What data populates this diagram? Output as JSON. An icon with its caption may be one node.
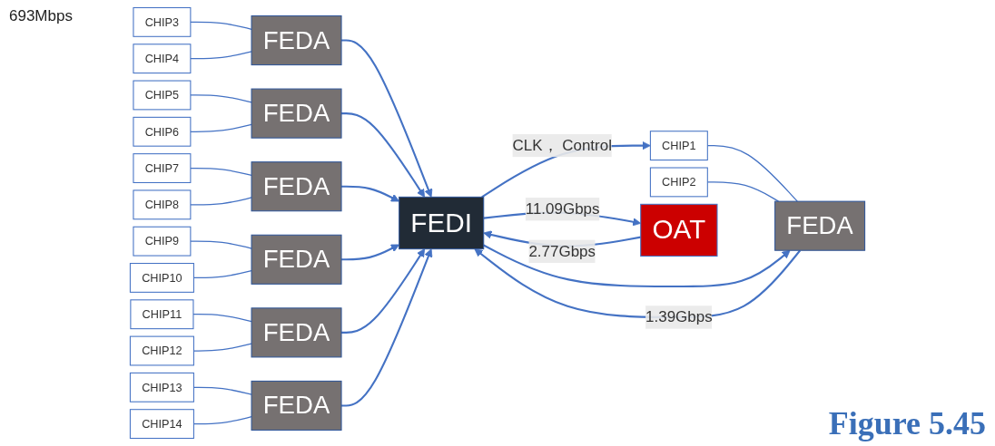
{
  "diagram": {
    "caption": "Figure 5.45",
    "nodes": [
      {
        "text": [
          "CHIP1"
        ]
      },
      {
        "text": [
          "CHIP2"
        ]
      },
      {
        "text": [
          "CHIP3"
        ]
      },
      {
        "text": [
          "CHIP4"
        ]
      },
      {
        "text": [
          "CHIP5"
        ]
      },
      {
        "text": [
          "CHIP6"
        ]
      },
      {
        "text": [
          "CHIP7"
        ]
      },
      {
        "text": [
          "CHIP8"
        ]
      },
      {
        "text": [
          "CHIP9"
        ]
      },
      {
        "text": [
          "CHIP10"
        ]
      },
      {
        "text": [
          "CHIP11"
        ]
      },
      {
        "text": [
          "CHIP12"
        ]
      },
      {
        "text": [
          "CHIP13"
        ]
      },
      {
        "text": [
          "CHIP14"
        ]
      },
      {
        "text": [
          "FEDA"
        ]
      },
      {
        "text": [
          "FEDA"
        ]
      },
      {
        "text": [
          "FEDA"
        ]
      },
      {
        "text": [
          "FEDA"
        ]
      },
      {
        "text": [
          "FEDA"
        ]
      },
      {
        "text": [
          "FEDA"
        ]
      },
      {
        "text": [
          "FEDA"
        ]
      },
      {
        "text": [
          "FEDI"
        ]
      },
      {
        "text": [
          "OAT"
        ]
      }
    ],
    "edges": [
      {
        "from": 0,
        "to": 14,
        "arrow": "none"
      },
      {
        "from": 1,
        "to": 14,
        "arrow": "none"
      },
      {
        "from": 2,
        "to": 15,
        "arrow": "none"
      },
      {
        "from": 3,
        "to": 15,
        "arrow": "none"
      },
      {
        "from": 4,
        "to": 16,
        "arrow": "none"
      },
      {
        "from": 5,
        "to": 16,
        "arrow": "none"
      },
      {
        "from": 6,
        "to": 17,
        "arrow": "none"
      },
      {
        "from": 7,
        "to": 17,
        "arrow": "none"
      },
      {
        "from": 8,
        "to": 18,
        "arrow": "none"
      },
      {
        "from": 9,
        "to": 18,
        "arrow": "none"
      },
      {
        "from": 10,
        "to": 19,
        "arrow": "none"
      },
      {
        "from": 11,
        "to": 19,
        "arrow": "none"
      },
      {
        "from": 12,
        "to": 20,
        "arrow": "none"
      },
      {
        "from": 13,
        "to": 20,
        "arrow": "none"
      },
      {
        "from": 14,
        "to": 21,
        "arrow": "to",
        "label": "1.39Gbps"
      },
      {
        "from": 15,
        "to": 21,
        "arrow": "to"
      },
      {
        "from": 16,
        "to": 21,
        "arrow": "to"
      },
      {
        "from": 17,
        "to": 21,
        "arrow": "to"
      },
      {
        "from": 18,
        "to": 21,
        "arrow": "to"
      },
      {
        "from": 19,
        "to": 21,
        "arrow": "to"
      },
      {
        "from": 20,
        "to": 21,
        "arrow": "to"
      },
      {
        "from": 22,
        "to": 21,
        "arrow": "to",
        "label": "2.77Gbps"
      },
      {
        "from": 21,
        "to": 22,
        "arrow": "to",
        "label": "11.09Gbps"
      },
      {
        "from": 21,
        "to": 0,
        "arrow": "to",
        "label": "CLK， Control"
      },
      {
        "from": 21,
        "to": 14,
        "arrow": "to"
      }
    ],
    "labels": [
      "693Mbps"
    ]
  }
}
